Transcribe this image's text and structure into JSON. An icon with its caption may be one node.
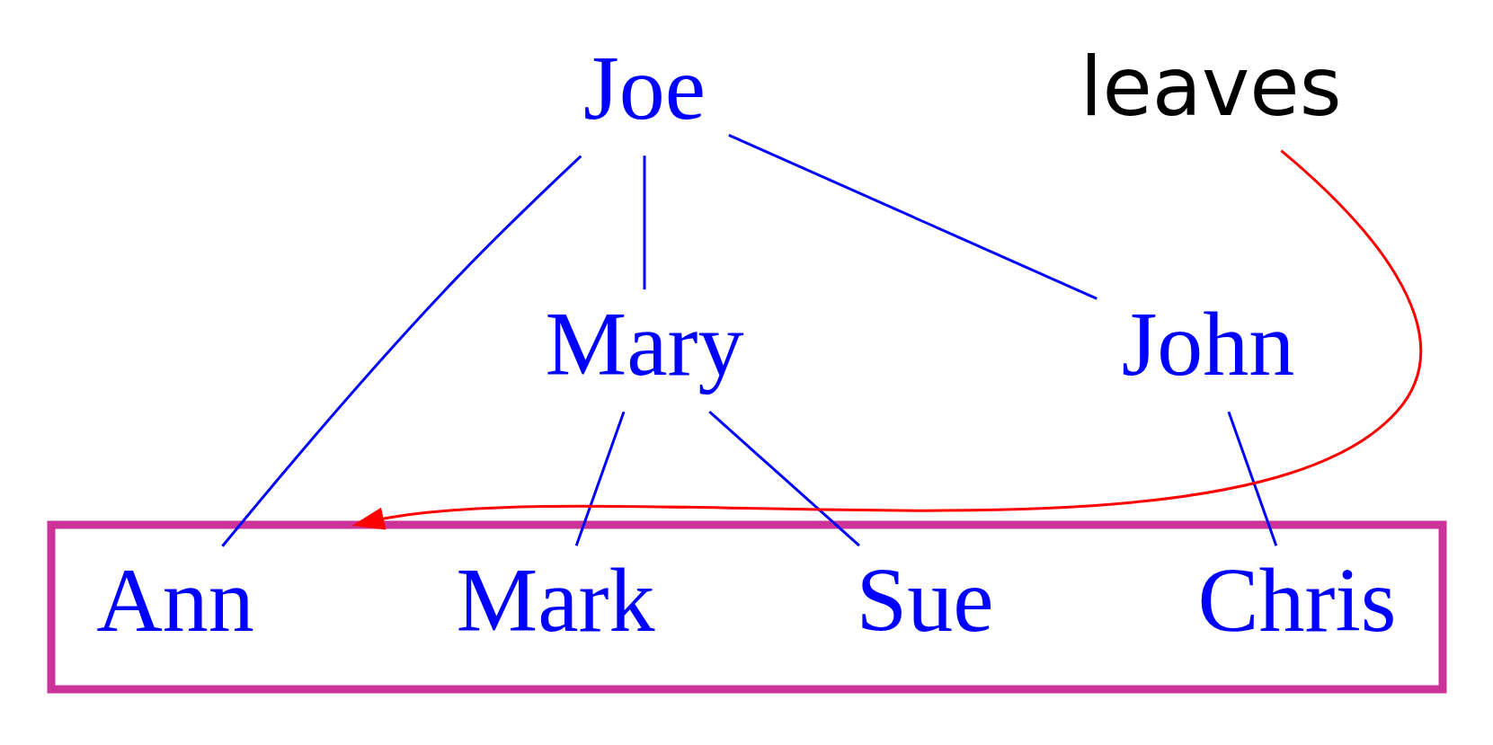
{
  "diagram": {
    "nodes": [
      {
        "text": [
          "Joe"
        ]
      },
      {
        "text": [],
        "shape": "box"
      },
      {
        "text": [
          "Ann"
        ],
        "in": 1
      },
      {
        "text": [
          "Mary"
        ]
      },
      {
        "text": [
          "John"
        ]
      },
      {
        "text": [
          "leaves"
        ]
      },
      {
        "text": [
          "Mark"
        ],
        "in": 1
      },
      {
        "text": [
          "Sue"
        ],
        "in": 1
      },
      {
        "text": [
          "Chris"
        ],
        "in": 1
      }
    ],
    "edges": [
      {
        "from": 0,
        "to": 2,
        "arrow": "none"
      },
      {
        "from": 0,
        "to": 3,
        "arrow": "none"
      },
      {
        "from": 0,
        "to": 4,
        "arrow": "none"
      },
      {
        "from": 3,
        "to": 6,
        "arrow": "none"
      },
      {
        "from": 3,
        "to": 7,
        "arrow": "none"
      },
      {
        "from": 4,
        "to": 8,
        "arrow": "none"
      },
      {
        "from": 5,
        "to": 1,
        "arrow": "to",
        "color": "#ff0000"
      }
    ]
  }
}
